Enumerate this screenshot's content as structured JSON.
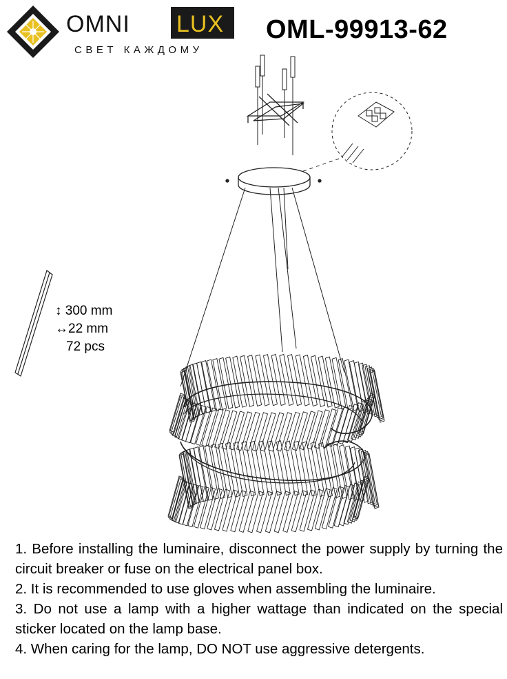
{
  "brand": {
    "name_part1": "OMNI",
    "name_part2": "LUX",
    "tagline": "СВЕТ КАЖДОМУ",
    "colors": {
      "accent": "#e8c020",
      "dark": "#1a1a1a"
    }
  },
  "model": "OML-99913-62",
  "crystal": {
    "length": "↕ 300 mm",
    "width": "↔22 mm",
    "quantity": "72 pcs"
  },
  "instructions": [
    "1. Before installing the luminaire, disconnect the power supply by turning the circuit breaker or fuse on the electrical panel box.",
    "2. It is recommended to use gloves when assembling the luminaire.",
    "3. Do not use a lamp with a higher wattage than indicated on the special sticker located on the lamp base.",
    "4. When caring for the lamp, DO NOT use aggressive detergents."
  ]
}
